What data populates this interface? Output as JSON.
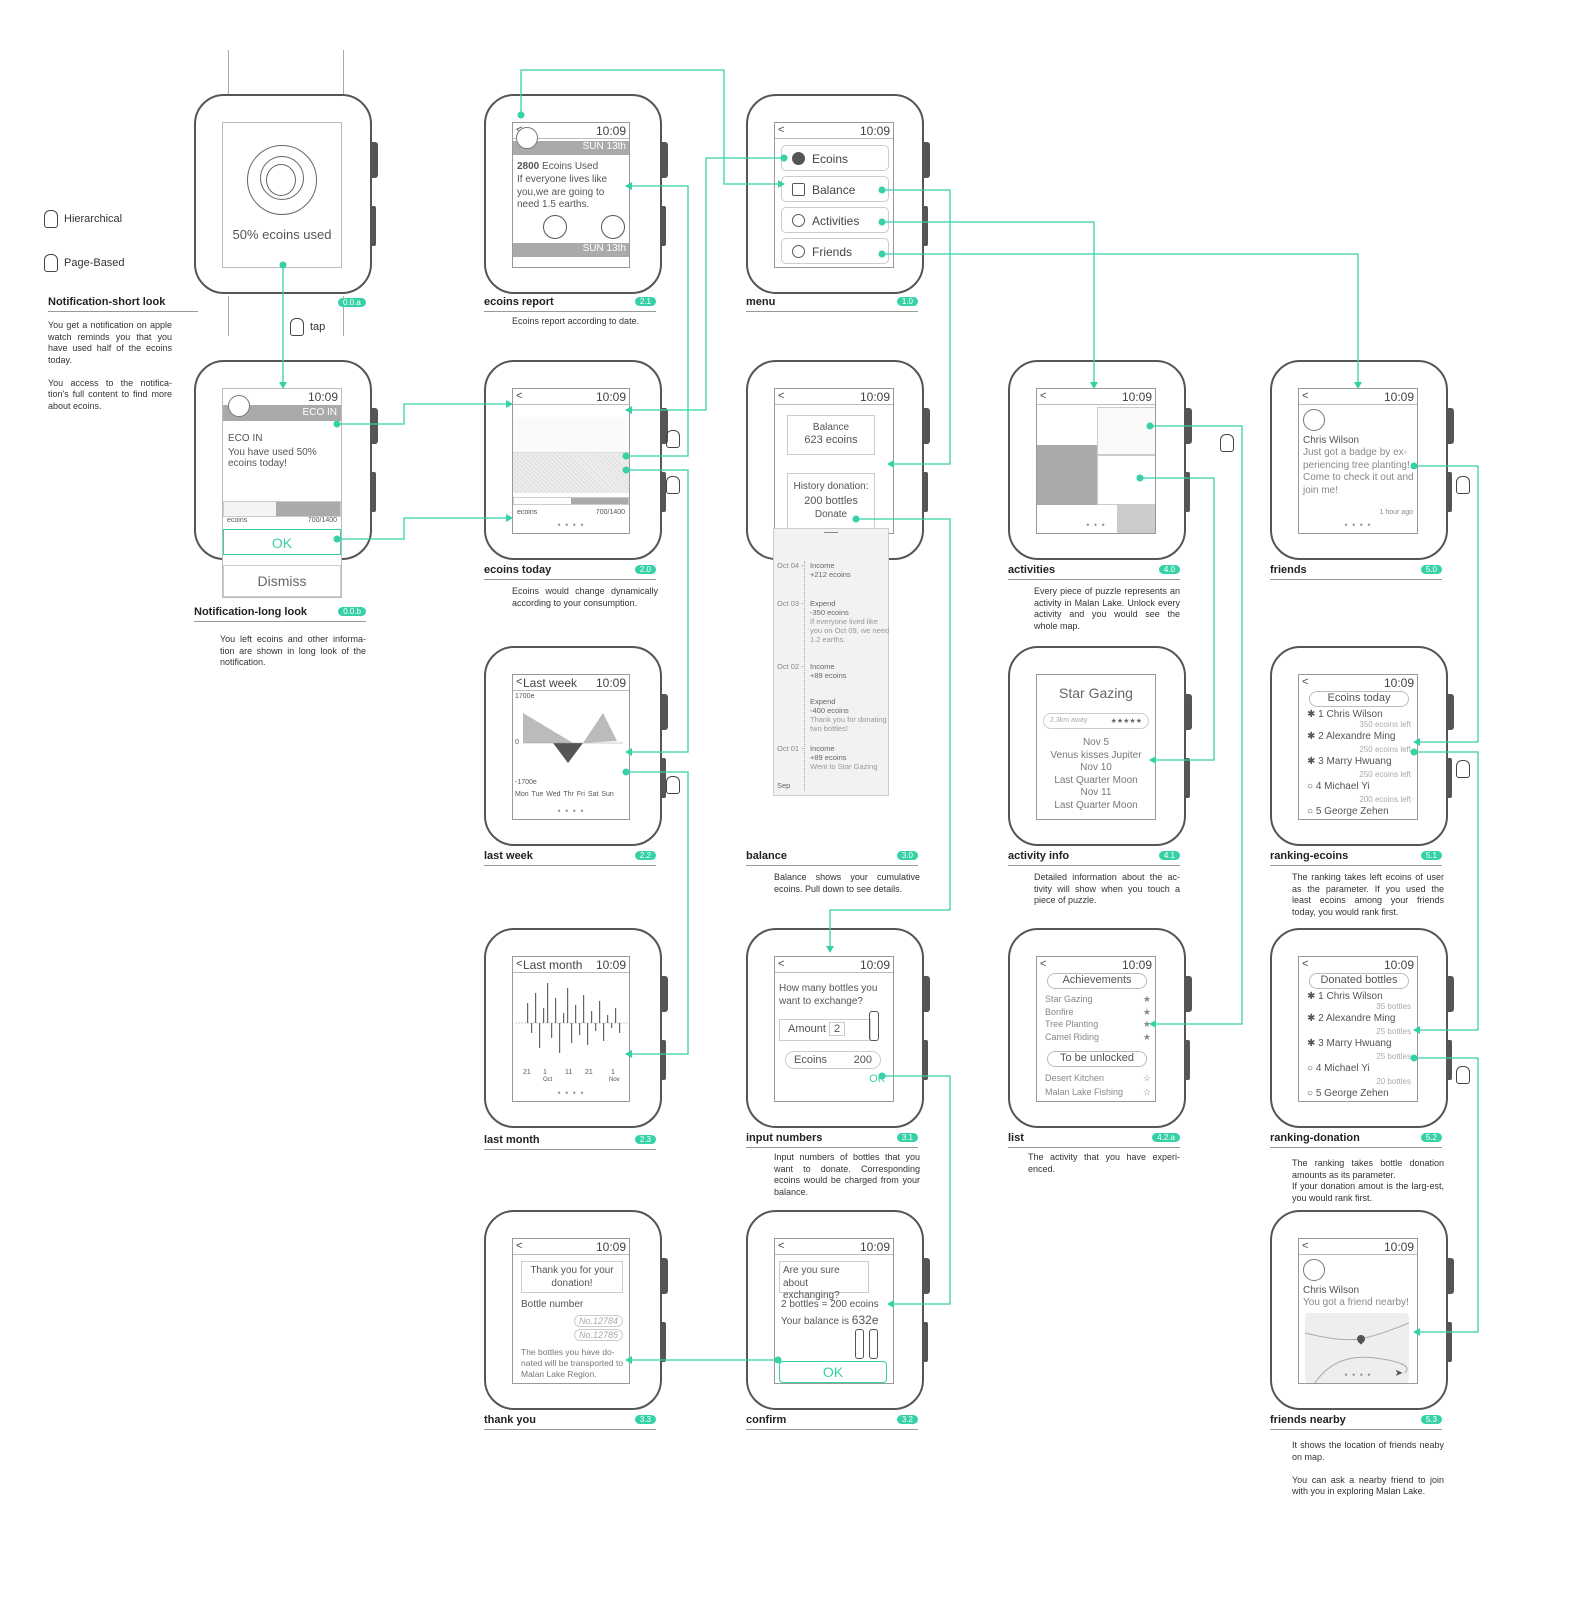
{
  "legend": {
    "hierarchical": "Hierarchical",
    "page_based": "Page-Based",
    "tap": "tap"
  },
  "common": {
    "time": "10:09",
    "back": "<",
    "dots3": "• • •",
    "dots4": "• • • •"
  },
  "colors": {
    "accent": "#36d1a6",
    "line": "#555555"
  },
  "notif_short": {
    "screen_text": "50% ecoins used",
    "caption": "Notification-short look",
    "badge": "0.0.a",
    "desc": "You get a notification on apple watch reminds you that you have used half of the ecoins today.\n\nYou access to the notifica-tion's full content to find more about ecoins."
  },
  "notif_long": {
    "app": "ECO IN",
    "title": "ECO IN",
    "body": "You have used 50% ecoins today!",
    "bar_label": "ecoins",
    "bar_value": "700/1400",
    "ok": "OK",
    "dismiss": "Dismiss",
    "caption": "Notification-long look",
    "badge": "0.0.b",
    "desc": "You left ecoins and other informa-tion are shown in long look of the notification."
  },
  "ecoins_report": {
    "date1": "SUN 13th",
    "amount": "2800",
    "used": "Ecoins Used",
    "body": "If everyone lives like you,we are going to need 1.5 earths.",
    "date2": "SUN 13th",
    "caption": "ecoins report",
    "badge": "2.1",
    "desc": "Ecoins report according to date."
  },
  "menu": {
    "items": [
      "Ecoins",
      "Balance",
      "Activities",
      "Friends"
    ],
    "caption": "menu",
    "badge": "1.0"
  },
  "ecoins_today": {
    "bar_label": "ecoins",
    "bar_value": "700/1400",
    "caption": "ecoins today",
    "badge": "2.0",
    "desc": "Ecoins would change dynamically according to your consumption."
  },
  "balance": {
    "label": "Balance",
    "value": "623 ecoins",
    "history": "History donation:",
    "bottles": "200 bottles",
    "donate": "Donate",
    "caption": "balance",
    "badge": "3.0",
    "desc": "Balance shows your cumulative ecoins. Pull down to see details.",
    "entries": [
      {
        "date": "Oct 04 -",
        "type": "Income",
        "amount": "+212 ecoins",
        "note": ""
      },
      {
        "date": "Oct 03 -",
        "type": "Expend",
        "amount": "-350 ecoins",
        "note": "If everyone lived like you on Oct 09, we need 1.2 earths."
      },
      {
        "date": "Oct 02 -",
        "type": "Income",
        "amount": "+89 ecoins",
        "note": ""
      },
      {
        "date": "",
        "type": "Expend",
        "amount": "-400 ecoins",
        "note": "Thank you for donating two bottles!"
      },
      {
        "date": "Oct 01 -",
        "type": "Income",
        "amount": "+89 ecoins",
        "note": "Went to Star Gazing"
      }
    ],
    "sep": "Sep"
  },
  "activities": {
    "caption": "activities",
    "badge": "4.0",
    "desc": "Every piece of puzzle represents an activity in Malan Lake. Unlock every activity and you would see the whole map."
  },
  "friends": {
    "name": "Chris Wilson",
    "msg": "Just got a badge by ex-periencing tree planting! Come to check it out and join me!",
    "ago": "1 hour ago",
    "caption": "friends",
    "badge": "5.0"
  },
  "last_week": {
    "title": "Last week",
    "ymax": "1700e",
    "yzero": "0",
    "ymin": "-1700e",
    "days": [
      "Mon",
      "Tue",
      "Wed",
      "Thr",
      "Fri",
      "Sat",
      "Sun"
    ],
    "caption": "last week",
    "badge": "2.2"
  },
  "activity_info": {
    "title": "Star Gazing",
    "distance": "2.3km away",
    "stars": "★★★★★",
    "events": [
      "Nov 5",
      "Venus kisses Jupiter",
      "Nov 10",
      "Last Quarter Moon",
      "Nov 11",
      "Last Quarter Moon"
    ],
    "caption": "activity info",
    "badge": "4.1",
    "desc": "Detailed information about the ac-tivity will show when you touch a piece of puzzle."
  },
  "ranking_ecoins": {
    "title": "Ecoins today",
    "rows": [
      {
        "name": "1 Chris Wilson",
        "sub": "350 ecoins left"
      },
      {
        "name": "2 Alexandre Ming",
        "sub": "250 ecoins left"
      },
      {
        "name": "3 Marry Hwuang",
        "sub": "250 ecoins left"
      },
      {
        "name": "4 Michael Yi",
        "sub": "200 ecoins left"
      },
      {
        "name": "5 George Zehen",
        "sub": ""
      }
    ],
    "caption": "ranking-ecoins",
    "badge": "5.1",
    "desc": "The ranking takes left ecoins of user as the parameter. If you used the least ecoins among your friends today, you would rank first."
  },
  "last_month": {
    "title": "Last month",
    "labels": [
      "21",
      "1",
      "11",
      "21",
      "1"
    ],
    "months": [
      "Oct",
      "Nov"
    ],
    "caption": "last month",
    "badge": "2.3"
  },
  "input_numbers": {
    "question": "How many bottles you want to exchange?",
    "amount_label": "Amount",
    "amount": "2",
    "ecoins_label": "Ecoins",
    "ecoins": "200",
    "ok": "OK",
    "caption": "input numbers",
    "badge": "3.1",
    "desc": "Input numbers of bottles that you want to donate. Corresponding ecoins would be charged from your balance."
  },
  "list": {
    "ach_title": "Achievements",
    "achievements": [
      "Star Gazing",
      "Bonfire",
      "Tree Planting",
      "Camel Riding"
    ],
    "unlock_title": "To be unlocked",
    "locked": [
      "Desert Kitchen",
      "Malan Lake Fishing"
    ],
    "star_full": "★",
    "star_empty": "☆",
    "caption": "list",
    "badge": "4.2.a",
    "desc": "The activity that you have experi-enced."
  },
  "ranking_donation": {
    "title": "Donated bottles",
    "rows": [
      {
        "name": "1 Chris Wilson",
        "sub": "35 bottles"
      },
      {
        "name": "2 Alexandre Ming",
        "sub": "25 bottles"
      },
      {
        "name": "3 Marry Hwuang",
        "sub": "25 bottles"
      },
      {
        "name": "4 Michael Yi",
        "sub": "20 bottles"
      },
      {
        "name": "5 George Zehen",
        "sub": ""
      }
    ],
    "caption": "ranking-donation",
    "badge": "5.2",
    "desc": "The ranking takes bottle donation amounts as its parameter.\nIf your donation amout is the larg-est, you would rank first."
  },
  "thank_you": {
    "msg": "Thank you for your donation!",
    "bottle_label": "Bottle number",
    "b1": "No.12784",
    "b2": "No.12785",
    "note": "The bottles you have do-nated will be transported to Malan Lake Region.",
    "caption": "thank you",
    "badge": "3.3"
  },
  "confirm": {
    "question": "Are you sure about exchanging?",
    "calc": "2 bottles = 200 ecoins",
    "bal_label": "Your balance is",
    "bal": "632e",
    "ok": "OK",
    "caption": "confirm",
    "badge": "3.2"
  },
  "friends_nearby": {
    "name": "Chris Wilson",
    "msg": "You got a friend nearby!",
    "caption": "friends nearby",
    "badge": "5.3",
    "desc": "It shows the location of friends neaby on map.\n\nYou can ask a nearby friend to join with you in exploring Malan Lake."
  }
}
